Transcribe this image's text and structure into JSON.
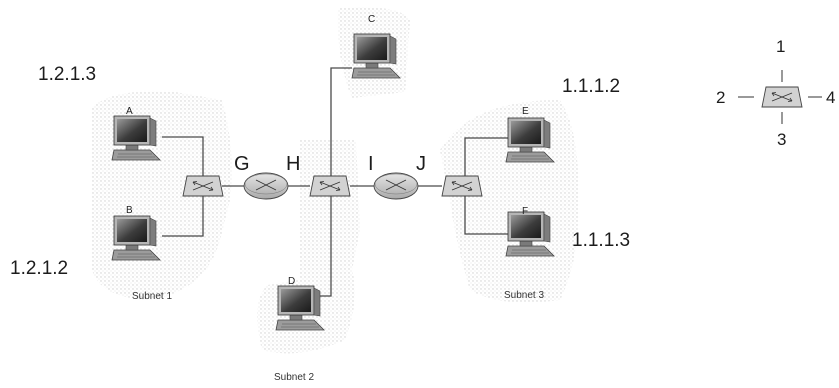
{
  "diagram": {
    "hosts": {
      "A": {
        "label": "A",
        "address": "1.2.1.3"
      },
      "B": {
        "label": "B",
        "address": "1.2.1.2"
      },
      "C": {
        "label": "C"
      },
      "D": {
        "label": "D"
      },
      "E": {
        "label": "E",
        "address": "1.1.1.2"
      },
      "F": {
        "label": "F",
        "address": "1.1.1.3"
      }
    },
    "interfaces": {
      "G": "G",
      "H": "H",
      "I": "I",
      "J": "J"
    },
    "subnets": {
      "s1": "Subnet 1",
      "s2": "Subnet 2",
      "s3": "Subnet 3"
    },
    "legend": {
      "ports": {
        "p1": "1",
        "p2": "2",
        "p3": "3",
        "p4": "4"
      }
    },
    "icons": {
      "host": "computer-icon",
      "switch": "switch-icon",
      "router": "router-icon"
    }
  }
}
